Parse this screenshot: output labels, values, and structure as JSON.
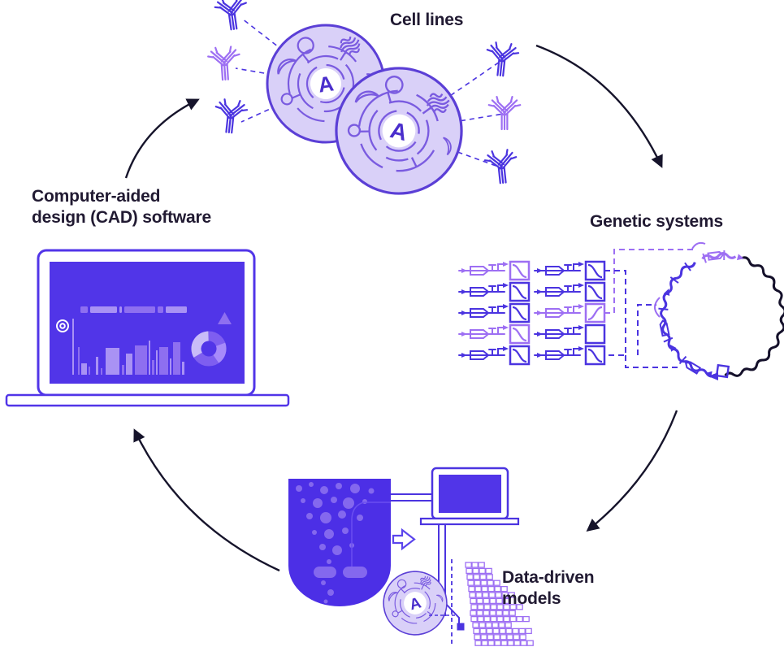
{
  "labels": {
    "cell_lines": "Cell lines",
    "genetic_systems": "Genetic systems",
    "cad_line1": "Computer-aided",
    "cad_line2": "design (CAD) software",
    "data_line1": "Data-driven",
    "data_line2": "models"
  },
  "logo_letter": "A",
  "colors": {
    "text": "#211a32",
    "arrow": "#16142b",
    "primary": "#4b34e0",
    "light_purple": "#9d6ff3",
    "lavender": "#d9d0f8",
    "cell_outline": "#5b3fd6",
    "cell_inner": "#7a5be0",
    "logo": "#4a2ecc",
    "screen": "#5135e8",
    "screen_bar": "#8e6ff0",
    "screen_bar_light": "#a992f4",
    "donut_ring": "#7e5ef0",
    "donut_light": "#c9bcf8",
    "donut_mid": "#a78bfa",
    "reactor": "#4c2fe6",
    "bubble": "#8468ee",
    "white": "#ffffff",
    "plasmid_black": "#14102a"
  },
  "genetic_circuits": {
    "left": [
      "light",
      "blue",
      "blue",
      "light",
      "blue"
    ],
    "right": [
      "blue",
      "blue",
      "light",
      "blue_empty",
      "blue"
    ]
  }
}
